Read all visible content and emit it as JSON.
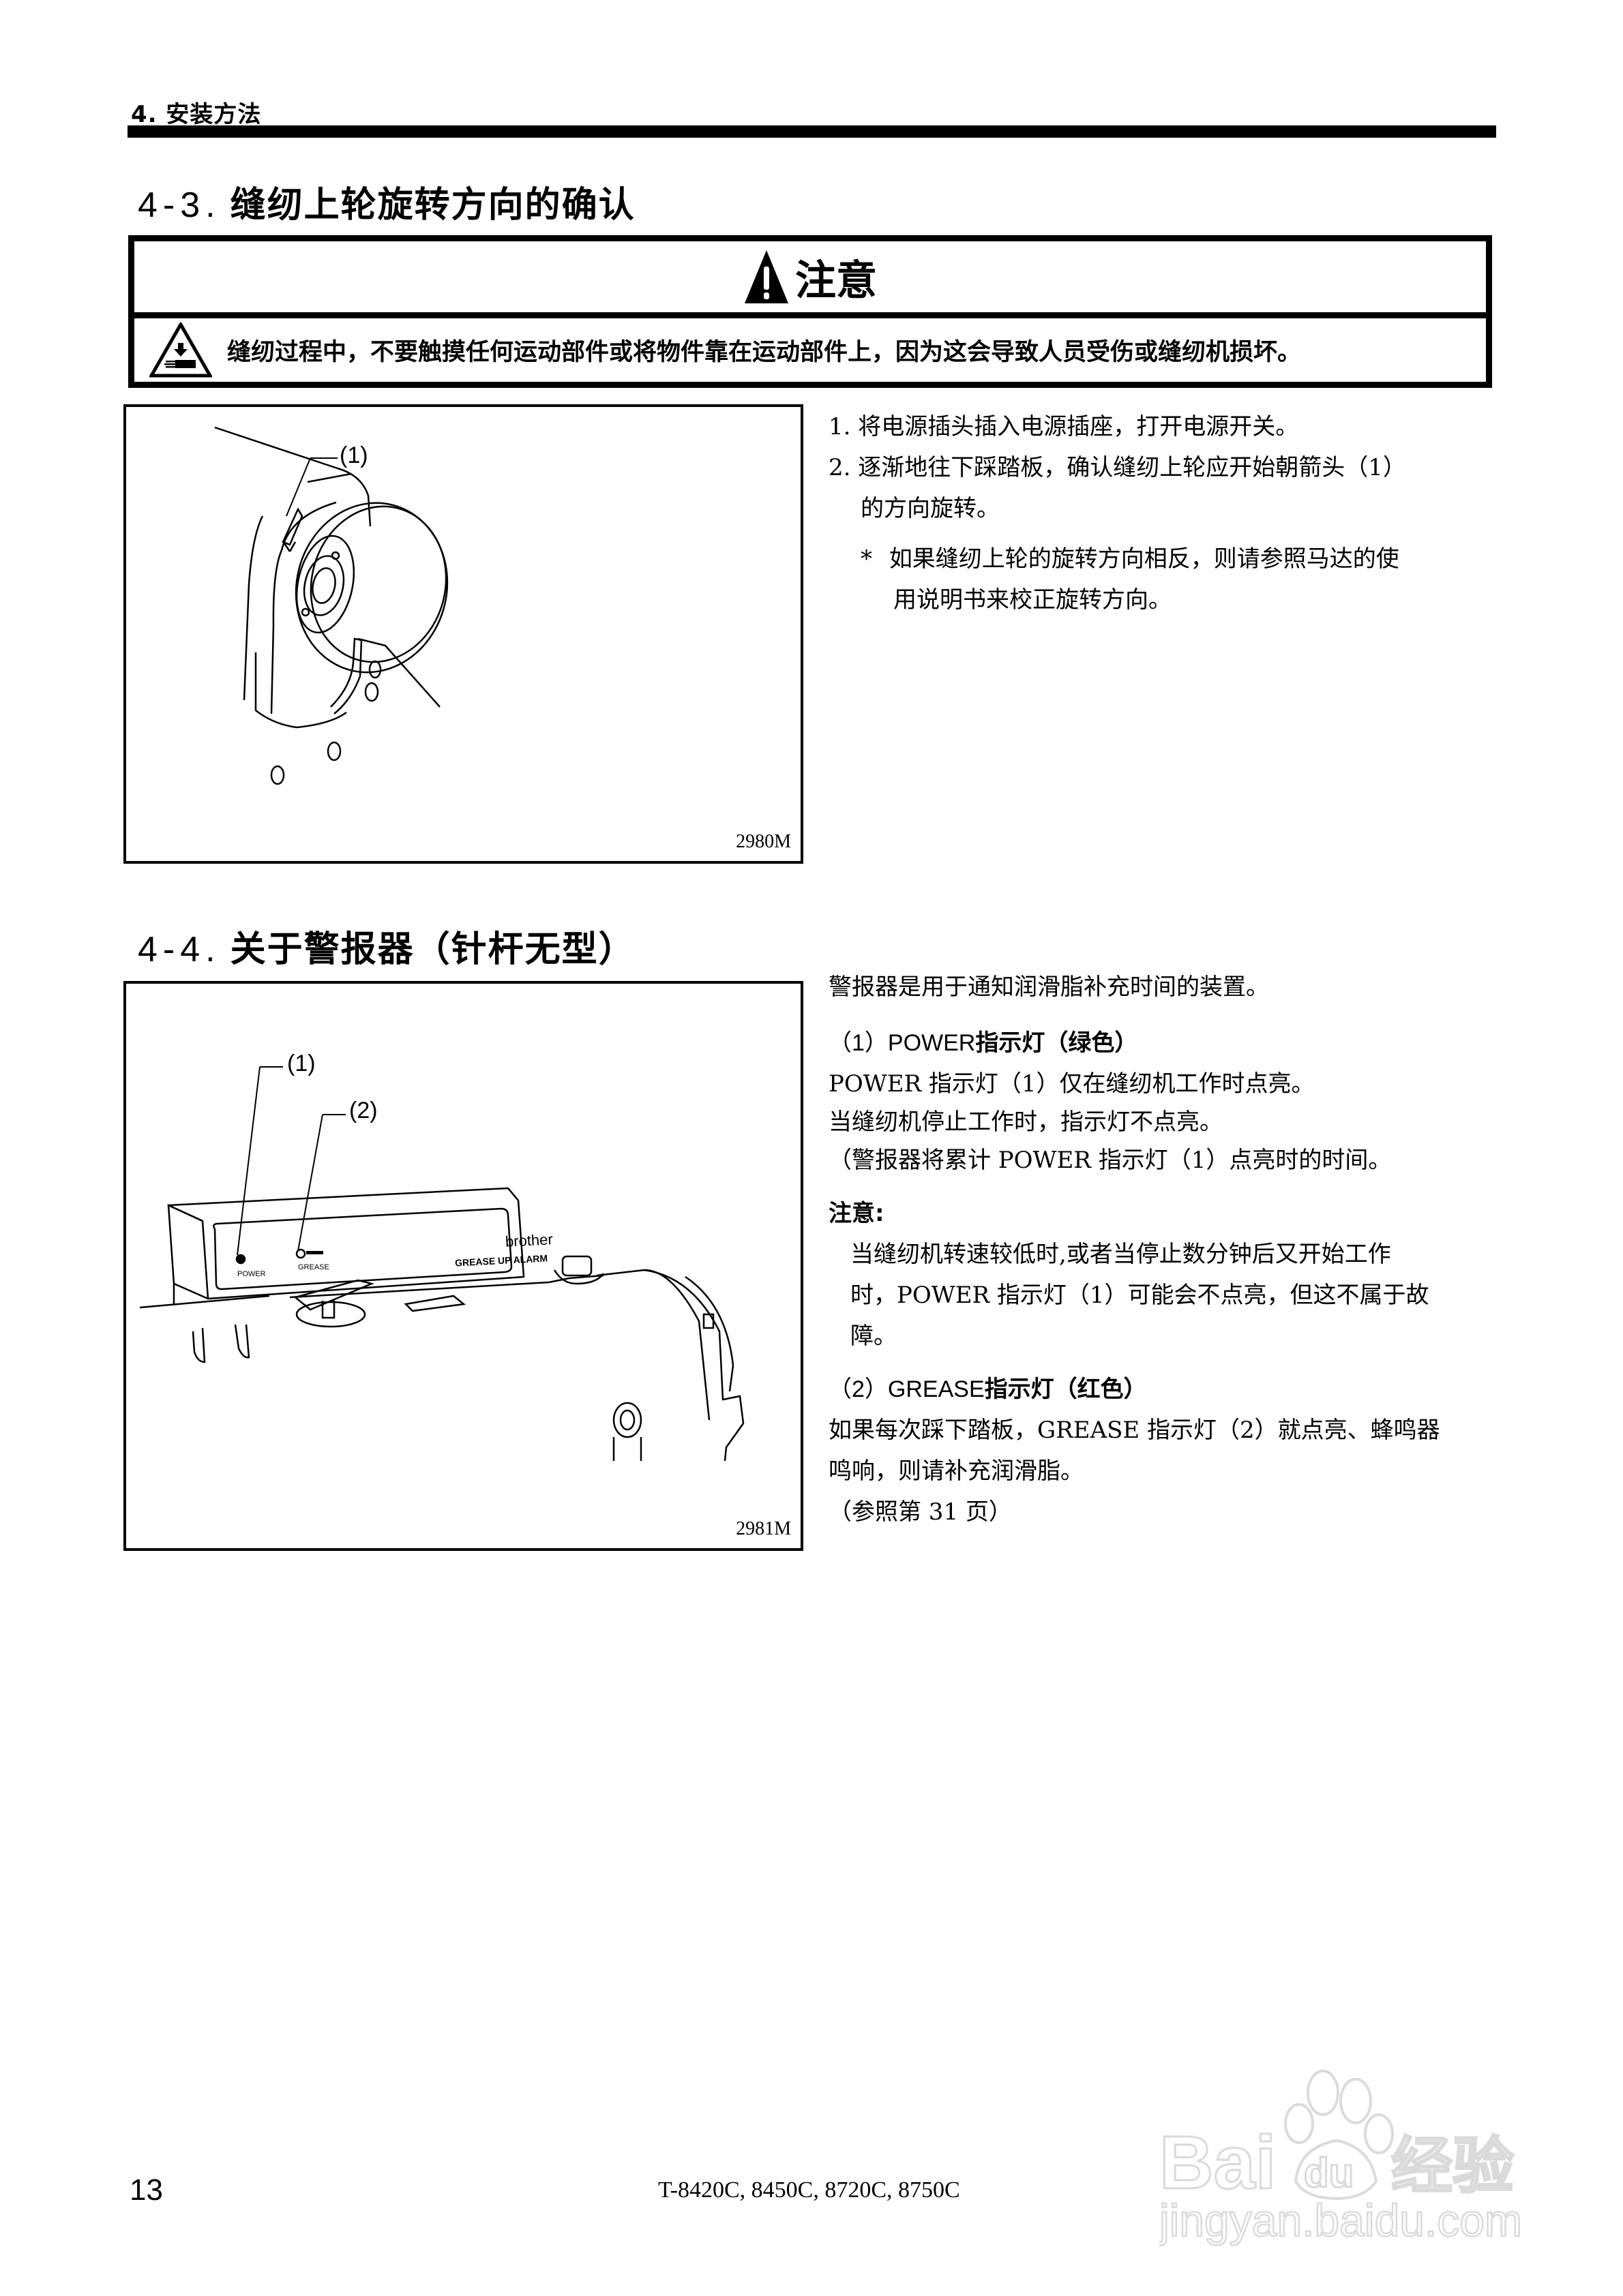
{
  "running_header": {
    "chapter": "4. 安装方法"
  },
  "section_4_3": {
    "number": "4-3.",
    "title": "缝纫上轮旋转方向的确认",
    "caution": {
      "title": "注意",
      "icon_title": "warning-triangle-icon",
      "icon_body": "hand-crush-warning-icon",
      "message": "缝纫过程中，不要触摸任何运动部件或将物件靠在运动部件上，因为这会导致人员受伤或缝纫机损坏。"
    },
    "figure": {
      "id": "2980M",
      "callouts": [
        "(1)"
      ]
    },
    "steps": [
      {
        "marker": "1.",
        "lines": [
          "将电源插头插入电源插座，打开电源开关。"
        ]
      },
      {
        "marker": "2.",
        "lines": [
          "逐渐地往下踩踏板，确认缝纫上轮应开始朝箭头（1）",
          "的方向旋转。"
        ]
      }
    ],
    "note": {
      "marker": "*",
      "lines": [
        "如果缝纫上轮的旋转方向相反，则请参照马达的使",
        "用说明书来校正旋转方向。"
      ]
    }
  },
  "section_4_4": {
    "number": "4-4.",
    "title": "关于警报器（针杆无型）",
    "figure": {
      "id": "2981M",
      "callouts": [
        "(1)",
        "(2)"
      ],
      "panel": {
        "brand": "brother",
        "name": "GREASE UP ALARM",
        "led1": "POWER",
        "led2": "GREASE"
      }
    },
    "intro": "警报器是用于通知润滑脂补充时间的装置。",
    "power": {
      "head_prefix": "（1）POWER",
      "head_bold": "指示灯（绿色）",
      "lines": [
        "POWER 指示灯（1）仅在缝纫机工作时点亮。",
        "当缝纫机停止工作时，指示灯不点亮。",
        "（警报器将累计 POWER 指示灯（1）点亮时的时间。"
      ]
    },
    "note": {
      "label": "注意:",
      "lines": [
        "当缝纫机转速较低时,或者当停止数分钟后又开始工作",
        "时，POWER 指示灯（1）可能会不点亮，但这不属于故",
        "障。"
      ]
    },
    "grease": {
      "head_prefix": "（2）GREASE",
      "head_bold": "指示灯（红色）",
      "lines": [
        "如果每次踩下踏板，GREASE 指示灯（2）就点亮、蜂鸣器",
        "鸣响，则请补充润滑脂。",
        "（参照第 31 页）"
      ]
    }
  },
  "footer": {
    "page_number": "13",
    "models": "T-8420C, 8450C, 8720C, 8750C"
  },
  "watermark": {
    "brand": "Baidu经验",
    "url": "jingyan.baidu.com"
  }
}
